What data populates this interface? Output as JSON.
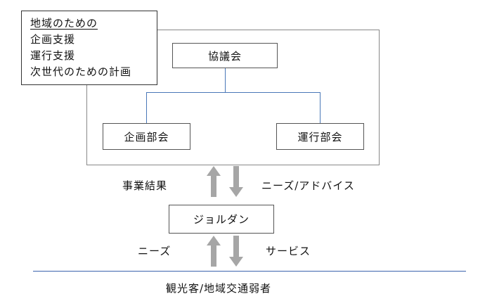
{
  "legend": {
    "title": "地域のための",
    "items": [
      "企画支援",
      "運行支援",
      "次世代のための計画"
    ]
  },
  "council": {
    "label": "協議会"
  },
  "planning": {
    "label": "企画部会"
  },
  "operations": {
    "label": "運行部会"
  },
  "jordan": {
    "label": "ジョルダン"
  },
  "upper_flow": {
    "left_label": "事業結果",
    "right_label": "ニーズ/アドバイス"
  },
  "lower_flow": {
    "left_label": "ニーズ",
    "right_label": "サービス"
  },
  "bottom": {
    "label": "観光客/地域交通弱者"
  },
  "colors": {
    "connector": "#4a78b8",
    "arrow": "#a6a6a6",
    "baseline": "#3b63ad"
  }
}
